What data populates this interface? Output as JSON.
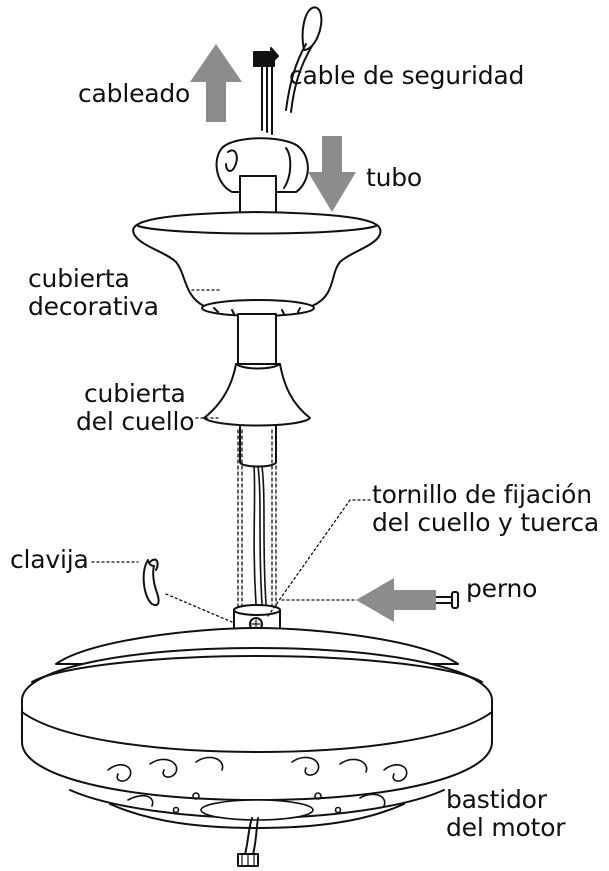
{
  "labels": {
    "wiring": "cableado",
    "safety_cable": "cable de seguridad",
    "downrod": "tubo",
    "canopy": [
      "cubierta",
      "decorativa"
    ],
    "collar_cover": [
      "cubierta",
      "del cuello"
    ],
    "set_screw": [
      "tornillo de fijación",
      "del cuello y tuerca"
    ],
    "clip": "clavija",
    "pin": "perno",
    "motor_housing": [
      "bastidor",
      "del motor"
    ]
  },
  "colors": {
    "line": "#111111",
    "arrow": "#8c8c8c",
    "fill": "#ffffff"
  }
}
